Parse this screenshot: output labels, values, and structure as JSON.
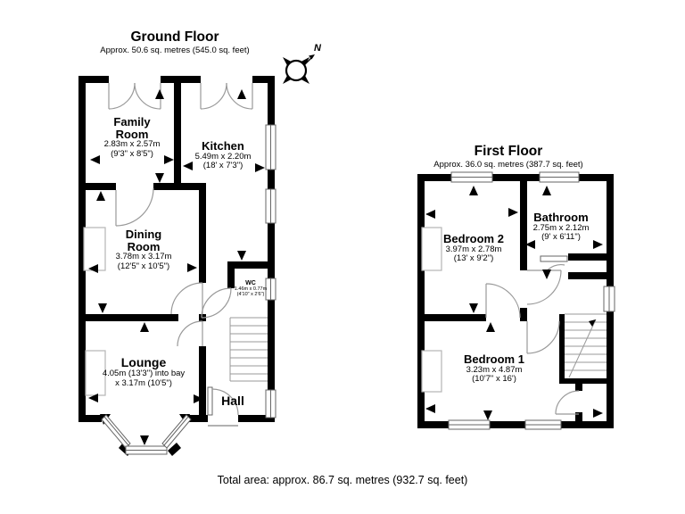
{
  "ground_floor": {
    "title": "Ground Floor",
    "subtitle": "Approx. 50.6 sq. metres (545.0 sq. feet)",
    "rooms": {
      "family_room": {
        "name": "Family Room",
        "dims_m": "2.83m x 2.57m",
        "dims_ft": "(9'3\" x 8'5\")"
      },
      "kitchen": {
        "name": "Kitchen",
        "dims_m": "5.49m x 2.20m",
        "dims_ft": "(18' x 7'3\")"
      },
      "dining_room": {
        "name": "Dining Room",
        "dims_m": "3.78m x 3.17m",
        "dims_ft": "(12'5\" x 10'5\")"
      },
      "wc": {
        "name": "WC",
        "dims_m": "1.46m x 0.77m",
        "dims_ft": "(4'10\" x 2'6\")"
      },
      "lounge": {
        "name": "Lounge",
        "dims_line1": "4.05m (13'3\") into bay",
        "dims_line2": "x 3.17m (10'5\")"
      },
      "hall": {
        "name": "Hall"
      }
    }
  },
  "first_floor": {
    "title": "First Floor",
    "subtitle": "Approx. 36.0 sq. metres (387.7 sq. feet)",
    "rooms": {
      "bedroom_2": {
        "name": "Bedroom 2",
        "dims_m": "3.97m x 2.78m",
        "dims_ft": "(13' x 9'2\")"
      },
      "bathroom": {
        "name": "Bathroom",
        "dims_m": "2.75m x 2.12m",
        "dims_ft": "(9' x 6'11\")"
      },
      "bedroom_1": {
        "name": "Bedroom 1",
        "dims_m": "3.23m x 4.87m",
        "dims_ft": "(10'7\" x 16')"
      }
    }
  },
  "compass": {
    "label": "N"
  },
  "footer": {
    "total_area": "Total area: approx. 86.7 sq. metres (932.7 sq. feet)"
  },
  "colors": {
    "wall": "#000000",
    "background": "#ffffff",
    "door_line": "#999999"
  }
}
